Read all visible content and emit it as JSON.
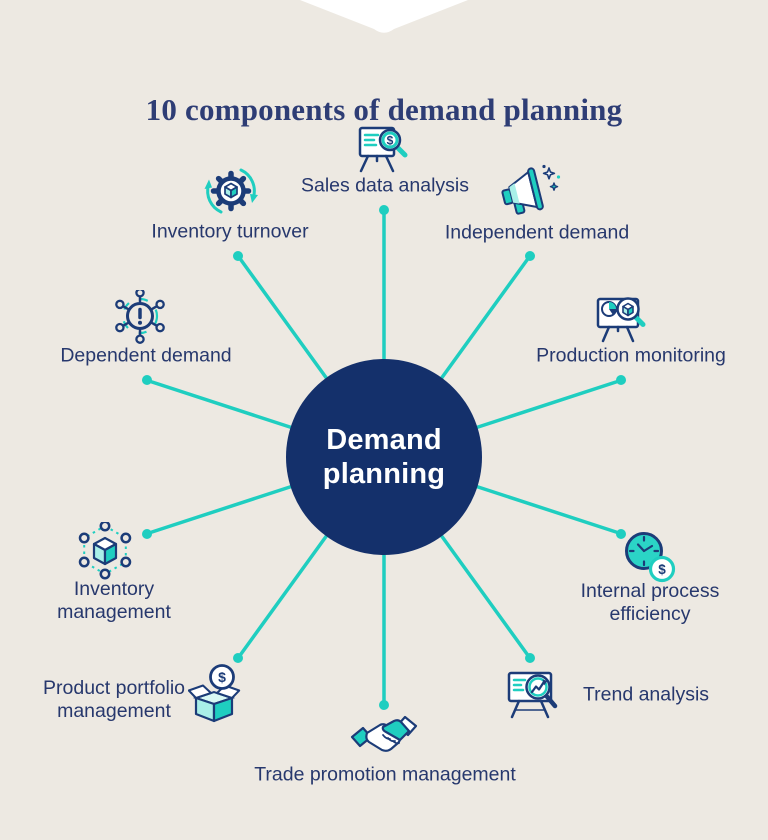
{
  "title": "10 components of demand planning",
  "center": {
    "label": "Demand planning"
  },
  "colors": {
    "background": "#EDE9E2",
    "navy": "#14306B",
    "icon_navy": "#1C3C78",
    "teal": "#1FCEC0",
    "light_teal": "#A9EFE8",
    "text": "#27386D",
    "white": "#FFFFFF"
  },
  "icon_glyphs": {
    "dollar": "$"
  },
  "components": [
    {
      "id": "sales-data-analysis",
      "label": "Sales data analysis",
      "icon": "easel-magnifier-dollar-icon"
    },
    {
      "id": "independent-demand",
      "label": "Independent demand",
      "icon": "megaphone-icon"
    },
    {
      "id": "production-monitoring",
      "label": "Production monitoring",
      "icon": "easel-pie-magnifier-icon"
    },
    {
      "id": "internal-process-efficiency",
      "label": "Internal process efficiency",
      "icon": "clock-dollar-icon"
    },
    {
      "id": "trend-analysis",
      "label": "Trend analysis",
      "icon": "easel-trend-magnifier-icon"
    },
    {
      "id": "trade-promotion-management",
      "label": "Trade promotion management",
      "icon": "handshake-icon"
    },
    {
      "id": "product-portfolio-management",
      "label": "Product portfolio management",
      "icon": "open-box-dollar-icon"
    },
    {
      "id": "inventory-management",
      "label": "Inventory management",
      "icon": "cube-network-icon"
    },
    {
      "id": "dependent-demand",
      "label": "Dependent demand",
      "icon": "alert-network-icon"
    },
    {
      "id": "inventory-turnover",
      "label": "Inventory turnover",
      "icon": "gear-cycle-icon"
    }
  ]
}
